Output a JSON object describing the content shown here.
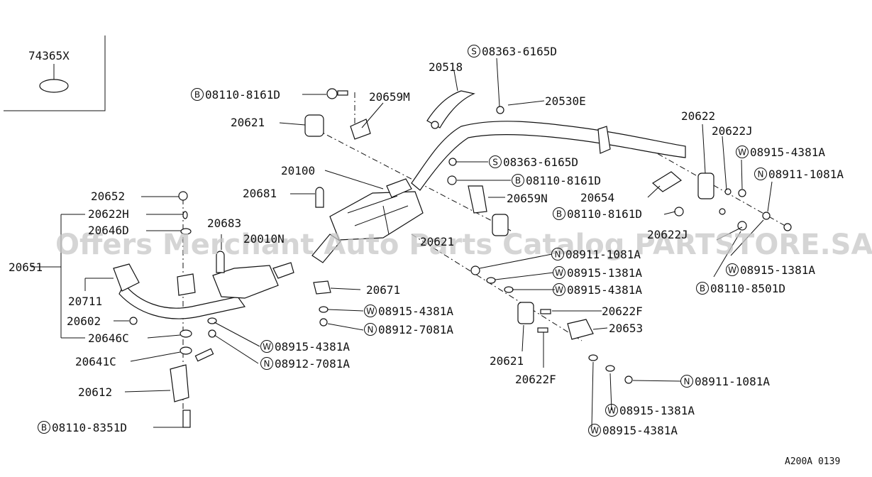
{
  "watermark": "Offers Merchant Auto Parts Catalog PARTSTORE.SA",
  "footer_code": "A200A 0139",
  "inset_label": "74365X",
  "labels": [
    {
      "id": "l1",
      "prefix": "S",
      "text": "08363-6165D"
    },
    {
      "id": "l2",
      "prefix": "",
      "text": "20518"
    },
    {
      "id": "l3",
      "prefix": "B",
      "text": "08110-8161D"
    },
    {
      "id": "l4",
      "prefix": "",
      "text": "20659M"
    },
    {
      "id": "l5",
      "prefix": "",
      "text": "20530E"
    },
    {
      "id": "l6",
      "prefix": "",
      "text": "20621"
    },
    {
      "id": "l7",
      "prefix": "",
      "text": "20622"
    },
    {
      "id": "l8",
      "prefix": "",
      "text": "20622J"
    },
    {
      "id": "l9",
      "prefix": "W",
      "text": "08915-4381A"
    },
    {
      "id": "l10",
      "prefix": "S",
      "text": "08363-6165D"
    },
    {
      "id": "l11",
      "prefix": "",
      "text": "20100"
    },
    {
      "id": "l12",
      "prefix": "N",
      "text": "08911-1081A"
    },
    {
      "id": "l13",
      "prefix": "B",
      "text": "08110-8161D"
    },
    {
      "id": "l14",
      "prefix": "",
      "text": "20652"
    },
    {
      "id": "l15",
      "prefix": "",
      "text": "20681"
    },
    {
      "id": "l16",
      "prefix": "",
      "text": "20659N"
    },
    {
      "id": "l17",
      "prefix": "",
      "text": "20654"
    },
    {
      "id": "l18",
      "prefix": "",
      "text": "20622H"
    },
    {
      "id": "l19",
      "prefix": "B",
      "text": "08110-8161D"
    },
    {
      "id": "l20",
      "prefix": "",
      "text": "20646D"
    },
    {
      "id": "l21",
      "prefix": "",
      "text": "20683"
    },
    {
      "id": "l22",
      "prefix": "",
      "text": "20010N"
    },
    {
      "id": "l23",
      "prefix": "",
      "text": "20621"
    },
    {
      "id": "l24",
      "prefix": "",
      "text": "20622J"
    },
    {
      "id": "l25",
      "prefix": "",
      "text": "20651"
    },
    {
      "id": "l26",
      "prefix": "N",
      "text": "08911-1081A"
    },
    {
      "id": "l27",
      "prefix": "W",
      "text": "08915-1381A"
    },
    {
      "id": "l28",
      "prefix": "W",
      "text": "08915-1381A"
    },
    {
      "id": "l29",
      "prefix": "",
      "text": "20711"
    },
    {
      "id": "l30",
      "prefix": "W",
      "text": "08915-4381A"
    },
    {
      "id": "l31",
      "prefix": "B",
      "text": "08110-8501D"
    },
    {
      "id": "l32",
      "prefix": "",
      "text": "20671"
    },
    {
      "id": "l33",
      "prefix": "",
      "text": "20602"
    },
    {
      "id": "l34",
      "prefix": "W",
      "text": "08915-4381A"
    },
    {
      "id": "l35",
      "prefix": "",
      "text": "20622F"
    },
    {
      "id": "l36",
      "prefix": "N",
      "text": "08912-7081A"
    },
    {
      "id": "l37",
      "prefix": "",
      "text": "20653"
    },
    {
      "id": "l38",
      "prefix": "",
      "text": "20646C"
    },
    {
      "id": "l39",
      "prefix": "W",
      "text": "08915-4381A"
    },
    {
      "id": "l40",
      "prefix": "",
      "text": "20641C"
    },
    {
      "id": "l41",
      "prefix": "N",
      "text": "08912-7081A"
    },
    {
      "id": "l42",
      "prefix": "",
      "text": "20621"
    },
    {
      "id": "l43",
      "prefix": "",
      "text": "20622F"
    },
    {
      "id": "l44",
      "prefix": "N",
      "text": "08911-1081A"
    },
    {
      "id": "l45",
      "prefix": "",
      "text": "20612"
    },
    {
      "id": "l46",
      "prefix": "W",
      "text": "08915-1381A"
    },
    {
      "id": "l47",
      "prefix": "B",
      "text": "08110-8351D"
    },
    {
      "id": "l48",
      "prefix": "W",
      "text": "08915-4381A"
    }
  ]
}
